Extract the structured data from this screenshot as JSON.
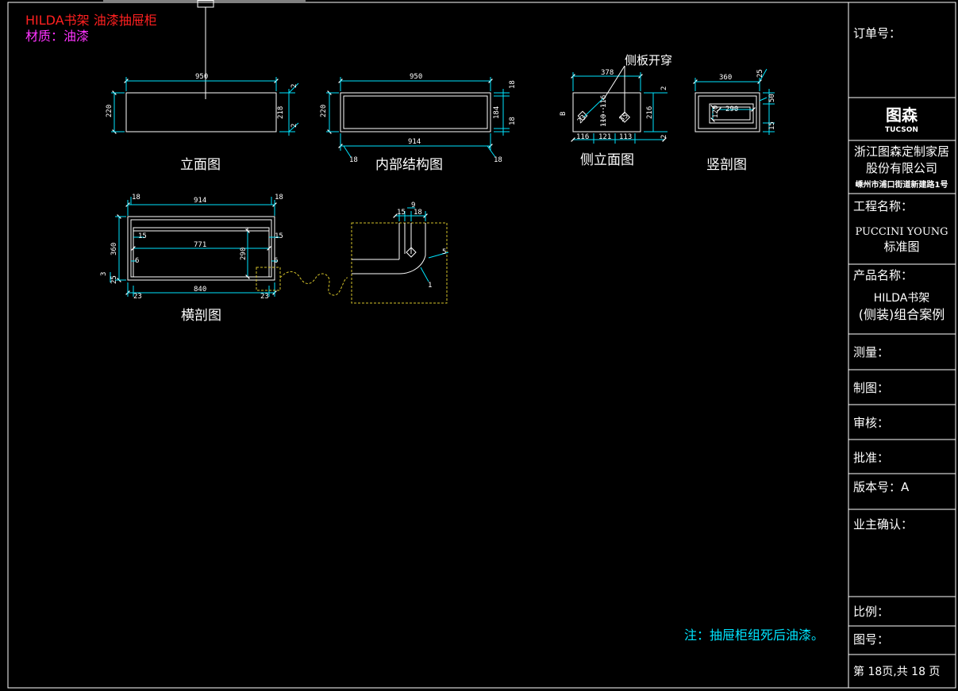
{
  "header": {
    "title": "HILDA书架 油漆抽屉柜",
    "material": "材质：油漆",
    "title_color": "#ff2020",
    "material_color": "#ff33ff"
  },
  "views": {
    "elevation": "立面图",
    "internal": "内部结构图",
    "side": "侧立面图",
    "vertical": "竖剖图",
    "horizontal": "横剖图"
  },
  "callouts": {
    "side_hole": "侧板开穿"
  },
  "note": "注：抽屉柜组死后油漆。",
  "dimensions": {
    "elev_w": "950",
    "elev_h": "220",
    "elev_r1": "218",
    "elev_r2": "2",
    "elev_r3": "2",
    "int_w": "950",
    "int_h": "220",
    "int_r1": "184",
    "int_r2": "18",
    "int_r3": "18",
    "int_bw": "914",
    "int_bl": "18",
    "int_br": "18",
    "side_w": "378",
    "side_h": "B",
    "side_rh": "216",
    "side_r1": "2",
    "side_r2": "2",
    "side_a": "116",
    "side_b": "110",
    "side_c": "23",
    "side_d": "35",
    "side_b1": "116",
    "side_b2": "121",
    "side_b3": "113",
    "vert_w": "360",
    "vert_t": "25",
    "vert_i": "290",
    "vert_l": "120",
    "vert_r1": "50",
    "vert_r2": "15",
    "hor_l": "18",
    "hor_w": "914",
    "hor_r": "18",
    "hor_in": "771",
    "hor_15a": "15",
    "hor_15b": "15",
    "hor_6a": "6",
    "hor_6b": "6",
    "hor_h": "360",
    "hor_ih": "290",
    "hor_s1": "3",
    "hor_s2": "25",
    "hor_bw": "840",
    "hor_bl": "23",
    "hor_br": "23",
    "det_15": "15",
    "det_18": "18",
    "det_9": "9",
    "det_1": "1",
    "det_r": "5"
  },
  "title_block": {
    "order_no": "订单号：",
    "brand_logo": "图森",
    "brand_sub": "TUCSON",
    "company_1": "浙江图森定制家居",
    "company_2": "股份有限公司",
    "address": "嵊州市浦口街道新建路1号",
    "project_label": "工程名称：",
    "project_1": "PUCCINI YOUNG",
    "project_2": "标准图",
    "product_label": "产品名称：",
    "product_1": "HILDA书架",
    "product_2": "(侧装)组合案例",
    "measure": "测量：",
    "draw": "制图：",
    "review": "审核：",
    "approve": "批准：",
    "version": "版本号：A",
    "owner": "业主确认：",
    "scale": "比例：",
    "drawing_no": "图号：",
    "page": "第 18页,共 18 页"
  }
}
